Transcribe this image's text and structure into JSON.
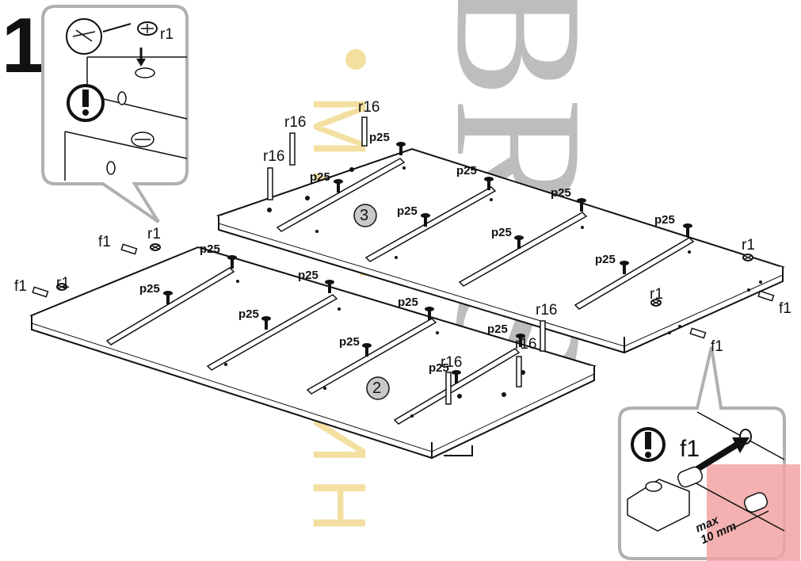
{
  "step_number": "1",
  "watermark": {
    "brand": "BRIS",
    "shop": "МАГАЗИН"
  },
  "panels": [
    {
      "id": "3"
    },
    {
      "id": "2"
    }
  ],
  "parts": {
    "r1": "r1",
    "r16": "r16",
    "p25": "p25",
    "f1": "f1"
  },
  "detail_bottom": {
    "part": "f1",
    "max_label": "max\n10 mm"
  },
  "colors": {
    "line": "#111111",
    "watermark": "#bdbdbd",
    "circle_fill": "#c9c9c9",
    "highlight": "#f2a3a3"
  }
}
